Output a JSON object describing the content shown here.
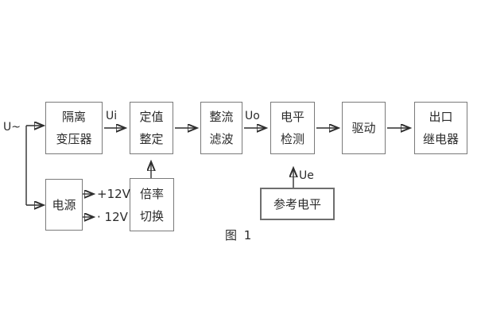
{
  "figure": {
    "caption": "图 1"
  },
  "blocks": {
    "isolation_transformer": {
      "line1": "隔离",
      "line2": "变压器"
    },
    "setting_adjust": {
      "line1": "定值",
      "line2": "整定"
    },
    "rectifier_filter": {
      "line1": "整流",
      "line2": "滤波"
    },
    "level_detection": {
      "line1": "电平",
      "line2": "检测"
    },
    "drive": {
      "line1": "驱动"
    },
    "output_relay": {
      "line1": "出口",
      "line2": "继电器"
    },
    "power_supply": {
      "line1": "电源"
    },
    "ratio_switch": {
      "line1": "倍率",
      "line2": "切换"
    },
    "reference_level": {
      "line1": "参考电平"
    }
  },
  "signal_labels": {
    "input": "U~",
    "ui": "Ui",
    "uo": "Uo",
    "ue": "Ue",
    "plus_12v": "+12V",
    "minus_12v": "· 12V"
  },
  "colors": {
    "background": "#ffffff",
    "box_border": "#7a7a7a",
    "reference_box_border": "#6e6e6e",
    "connector": "#2f2f2f",
    "text": "#2b2b2b"
  }
}
